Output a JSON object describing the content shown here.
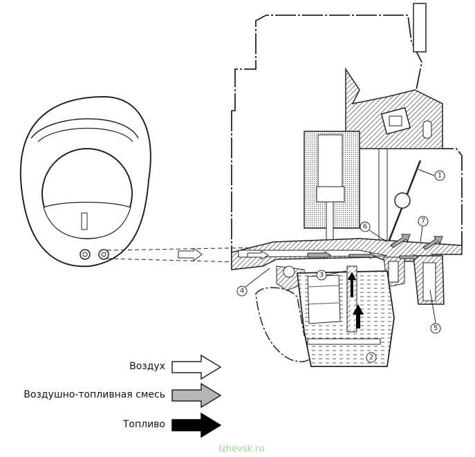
{
  "callouts": [
    "1",
    "2",
    "3",
    "4",
    "5",
    "6",
    "7"
  ],
  "legend": {
    "air": "Воздух",
    "mixture": "Воздушно-топливная смесь",
    "fuel": "Топливо"
  },
  "watermark": "Izhevsk.ru",
  "colors": {
    "line": "#222222",
    "hatch": "#555555",
    "mixture": "#b0b0b0",
    "fuel": "#000000",
    "air": "#ffffff",
    "watermark": "#9fd49a"
  }
}
